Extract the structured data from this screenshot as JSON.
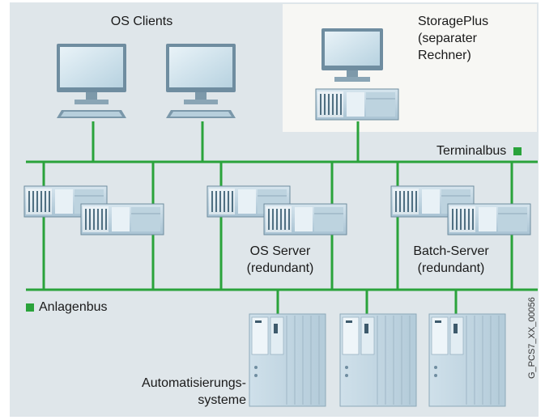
{
  "colors": {
    "panel_bg": "#dfe6ea",
    "storage_bg": "#f7f7f4",
    "bus_green": "#2aa33b",
    "device_blue": "#c8dbe6",
    "device_dark": "#5f7c8e"
  },
  "labels": {
    "os_clients": "OS Clients",
    "storageplus_line1": "StoragePlus",
    "storageplus_line2": "(separater",
    "storageplus_line3": "Rechner)",
    "terminalbus": "Terminalbus",
    "anlagenbus": "Anlagenbus",
    "os_server_line1": "OS Server",
    "os_server_line2": "(redundant)",
    "batch_server_line1": "Batch-Server",
    "batch_server_line2": "(redundant)",
    "automation_line1": "Automatisierungs-",
    "automation_line2": "systeme",
    "figure_id": "G_PCS7_XX_00056"
  },
  "icons": [
    "monitor-icon",
    "keyboard-icon",
    "server-rack-icon",
    "plc-cabinet-icon",
    "legend-square-icon"
  ]
}
